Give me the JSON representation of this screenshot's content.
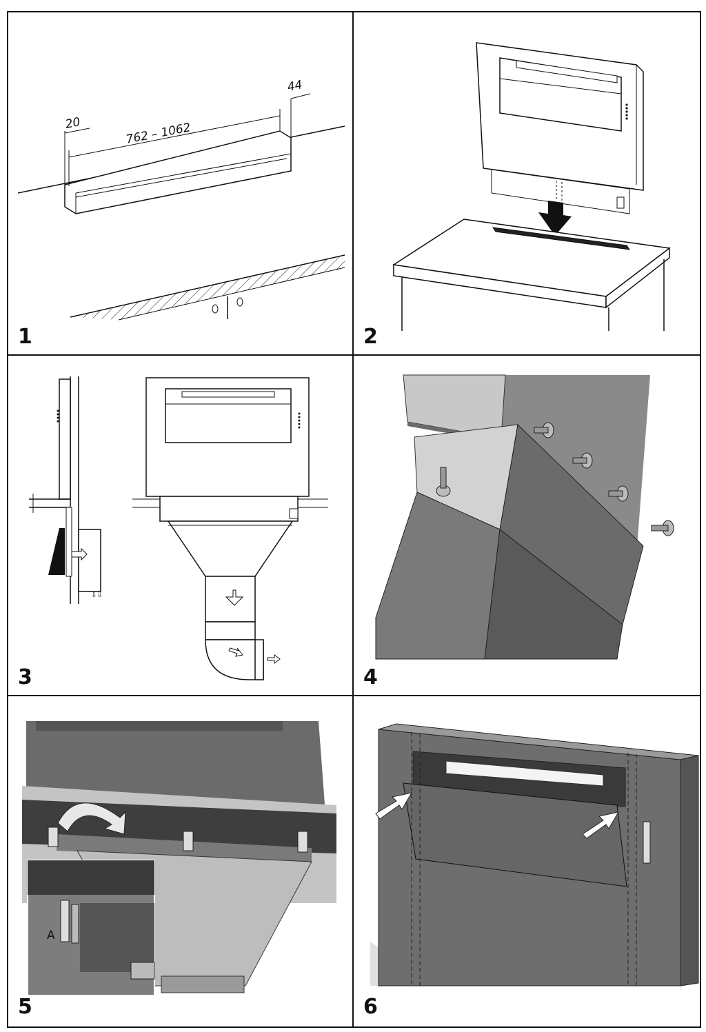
{
  "panels": [
    {
      "number": "1",
      "dimensions": {
        "left_offset": "20",
        "width_range": "762 – 1062",
        "right_offset": "44"
      }
    },
    {
      "number": "2"
    },
    {
      "number": "3"
    },
    {
      "number": "4"
    },
    {
      "number": "5",
      "detail_label": "A"
    },
    {
      "number": "6"
    }
  ],
  "colors": {
    "line": "#111111",
    "panel_dark": "#6b6b6b",
    "panel_mid": "#8a8a8a",
    "panel_light": "#c8c8c8"
  }
}
